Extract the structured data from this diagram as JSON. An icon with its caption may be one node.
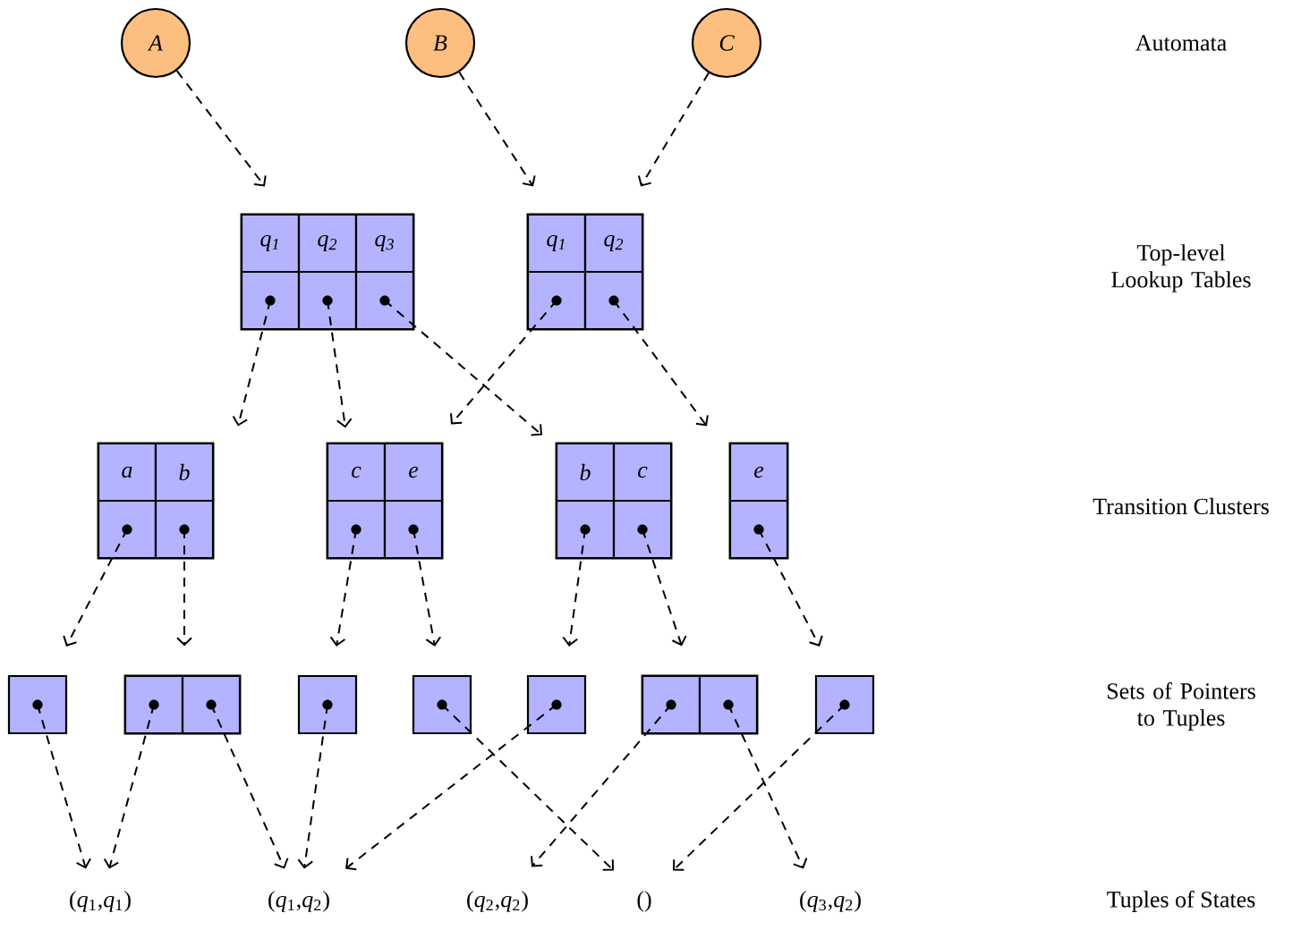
{
  "diagram": {
    "nodes": [
      {
        "text": [
          "A"
        ]
      },
      {
        "text": [
          "B"
        ]
      },
      {
        "text": [
          "C"
        ]
      },
      {
        "text": [],
        "shape": "box"
      },
      {
        "text": [
          "q$_{1}$"
        ],
        "in": 3
      },
      {
        "text": [
          "q$_{2}$"
        ],
        "in": 3
      },
      {
        "text": [
          "q$_{3}$"
        ],
        "in": 3
      },
      {
        "text": [],
        "shape": "box",
        "in": 3
      },
      {
        "text": [],
        "shape": "box",
        "in": 3
      },
      {
        "text": [],
        "shape": "box",
        "in": 3
      },
      {
        "text": [],
        "shape": "box"
      },
      {
        "text": [
          "q$_{1}$"
        ],
        "in": 10
      },
      {
        "text": [
          "q$_{2}$"
        ],
        "in": 10
      },
      {
        "text": [],
        "shape": "box",
        "in": 10
      },
      {
        "text": [],
        "shape": "box",
        "in": 10
      },
      {
        "text": [],
        "shape": "box"
      },
      {
        "text": [
          "a"
        ],
        "in": 15
      },
      {
        "text": [
          "b"
        ],
        "in": 15
      },
      {
        "text": [],
        "shape": "box",
        "in": 15
      },
      {
        "text": [],
        "shape": "box",
        "in": 15
      },
      {
        "text": [],
        "shape": "box"
      },
      {
        "text": [
          "c"
        ],
        "in": 20
      },
      {
        "text": [
          "e"
        ],
        "in": 20
      },
      {
        "text": [],
        "shape": "box",
        "in": 20
      },
      {
        "text": [],
        "shape": "box",
        "in": 20
      },
      {
        "text": [],
        "shape": "box"
      },
      {
        "text": [
          "b"
        ],
        "in": 25
      },
      {
        "text": [
          "c"
        ],
        "in": 25
      },
      {
        "text": [],
        "shape": "box",
        "in": 25
      },
      {
        "text": [],
        "shape": "box",
        "in": 25
      },
      {
        "text": [],
        "shape": "box"
      },
      {
        "text": [
          "e"
        ],
        "in": 30
      },
      {
        "text": [],
        "shape": "box",
        "in": 30
      },
      {
        "text": [],
        "shape": "box"
      },
      {
        "text": [],
        "shape": "box"
      },
      {
        "text": [],
        "shape": "box",
        "in": 34
      },
      {
        "text": [],
        "shape": "box",
        "in": 34
      },
      {
        "text": [],
        "shape": "box"
      },
      {
        "text": [],
        "shape": "box"
      },
      {
        "text": [],
        "shape": "box"
      },
      {
        "text": [],
        "shape": "box"
      },
      {
        "text": [],
        "shape": "box",
        "in": 40
      },
      {
        "text": [],
        "shape": "box",
        "in": 40
      },
      {
        "text": [],
        "shape": "box"
      },
      {
        "text": [
          "(*q*$_{1}$,*q*$_{1}$)"
        ]
      },
      {
        "text": [
          "(*q*$_{1}$,*q*$_{2}$)"
        ]
      },
      {
        "text": [
          "(*q*$_{2}$,*q*$_{2}$)"
        ]
      },
      {
        "text": [
          "()"
        ]
      },
      {
        "text": [
          "(*q*$_{3}$,*q*$_{2}$)"
        ]
      }
    ],
    "edges": [
      {
        "from": 0,
        "to": 3,
        "arrow": "to",
        "style": "dashed"
      },
      {
        "from": 1,
        "to": 10,
        "arrow": "to",
        "style": "dashed"
      },
      {
        "from": 2,
        "to": 10,
        "arrow": "to",
        "style": "dashed"
      },
      {
        "from": 7,
        "to": 15,
        "arrow": "to",
        "style": "dashed"
      },
      {
        "from": 8,
        "to": 20,
        "arrow": "to",
        "style": "dashed"
      },
      {
        "from": 9,
        "to": 25,
        "arrow": "to",
        "style": "dashed"
      },
      {
        "from": 13,
        "to": 20,
        "arrow": "to",
        "style": "dashed"
      },
      {
        "from": 14,
        "to": 30,
        "arrow": "to",
        "style": "dashed"
      },
      {
        "from": 18,
        "to": 33,
        "arrow": "to",
        "style": "dashed"
      },
      {
        "from": 19,
        "to": 34,
        "arrow": "to",
        "style": "dashed"
      },
      {
        "from": 23,
        "to": 37,
        "arrow": "to",
        "style": "dashed"
      },
      {
        "from": 24,
        "to": 38,
        "arrow": "to",
        "style": "dashed"
      },
      {
        "from": 28,
        "to": 39,
        "arrow": "to",
        "style": "dashed"
      },
      {
        "from": 29,
        "to": 40,
        "arrow": "to",
        "style": "dashed"
      },
      {
        "from": 32,
        "to": 43,
        "arrow": "to",
        "style": "dashed"
      },
      {
        "from": 33,
        "to": 44,
        "arrow": "to",
        "style": "dashed"
      },
      {
        "from": 35,
        "to": 44,
        "arrow": "to",
        "style": "dashed"
      },
      {
        "from": 36,
        "to": 45,
        "arrow": "to",
        "style": "dashed"
      },
      {
        "from": 37,
        "to": 45,
        "arrow": "to",
        "style": "dashed"
      },
      {
        "from": 38,
        "to": 47,
        "arrow": "to",
        "style": "dashed"
      },
      {
        "from": 39,
        "to": 45,
        "arrow": "to",
        "style": "dashed"
      },
      {
        "from": 41,
        "to": 46,
        "arrow": "to",
        "style": "dashed"
      },
      {
        "from": 42,
        "to": 48,
        "arrow": "to",
        "style": "dashed"
      },
      {
        "from": 43,
        "to": 47,
        "arrow": "to",
        "style": "dashed"
      }
    ],
    "labels": [
      "Automata",
      "Top-level Lookup Tables",
      "Transition Clusters",
      "Sets of Pointers to Tuples",
      "Tuples of States"
    ]
  }
}
